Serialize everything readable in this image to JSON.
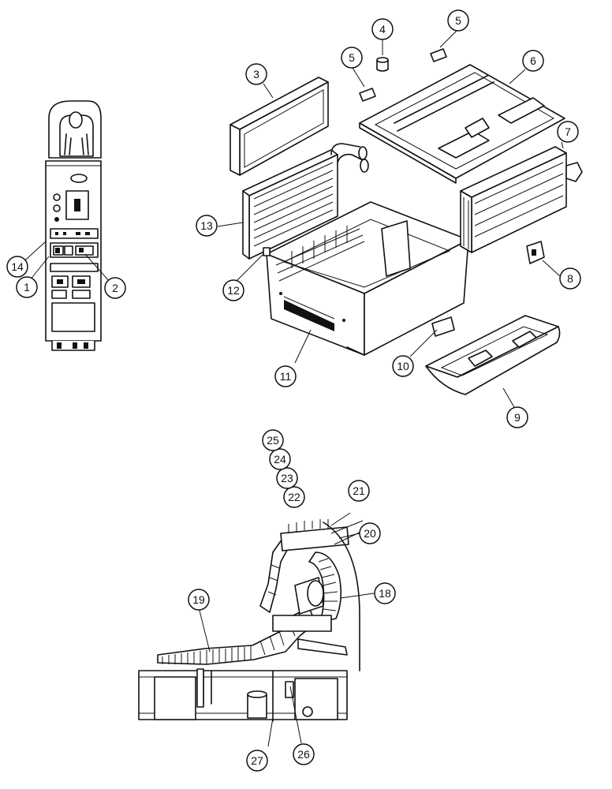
{
  "callouts": {
    "c1": "1",
    "c2": "2",
    "c3": "3",
    "c4": "4",
    "c5a": "5",
    "c5b": "5",
    "c6": "6",
    "c7": "7",
    "c8": "8",
    "c9": "9",
    "c10": "10",
    "c11": "11",
    "c12": "12",
    "c13": "13",
    "c14": "14",
    "c18": "18",
    "c19": "19",
    "c20": "20",
    "c21": "21",
    "c22": "22",
    "c23": "23",
    "c24": "24",
    "c25": "25",
    "c26": "26",
    "c27": "27"
  }
}
